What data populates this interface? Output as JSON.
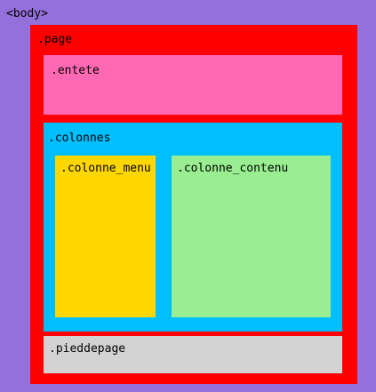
{
  "labels": {
    "body": "<body>",
    "page": ".page",
    "entete": ".entete",
    "colonnes": ".colonnes",
    "colonne_menu": ".colonne_menu",
    "colonne_contenu": ".colonne_contenu",
    "pieddepage": ".pieddepage"
  },
  "colors": {
    "body": "#9370DB",
    "page": "#FF0000",
    "entete": "#FF69B4",
    "colonnes": "#00BFFF",
    "colonne_menu": "#FFD700",
    "colonne_contenu": "#98EE90",
    "pieddepage": "#D3D3D3"
  }
}
